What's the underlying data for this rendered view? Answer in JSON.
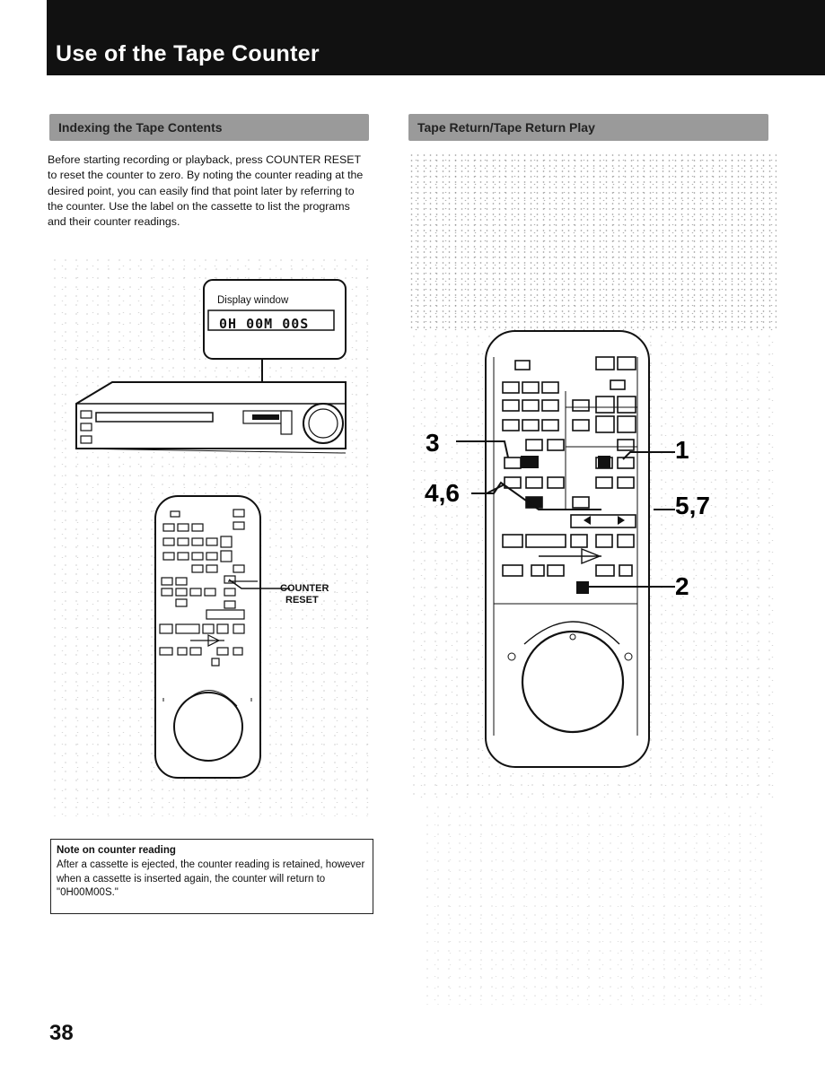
{
  "header": {
    "title": "Use of the Tape Counter"
  },
  "left": {
    "subhead": "Indexing the Tape Contents",
    "intro": "Before starting recording or playback, press COUNTER RESET to reset the counter to zero. By noting the counter reading at the desired point, you can easily find that point later by referring to the counter. Use the label on the cassette to list the programs and their counter readings.",
    "display_label": "Display window",
    "display_value": "0H 00M 00S",
    "counter_reset_label": [
      "COUNTER",
      "RESET"
    ],
    "note_title": "Note on counter reading",
    "note_body": "After a cassette is ejected, the counter reading is retained, however when a cassette is inserted again, the counter will return to \"0H00M00S.\""
  },
  "right": {
    "subhead": "Tape Return/Tape Return Play",
    "callouts": [
      "3",
      "4,6",
      "1",
      "5,7",
      "2"
    ]
  },
  "page_number": "38"
}
